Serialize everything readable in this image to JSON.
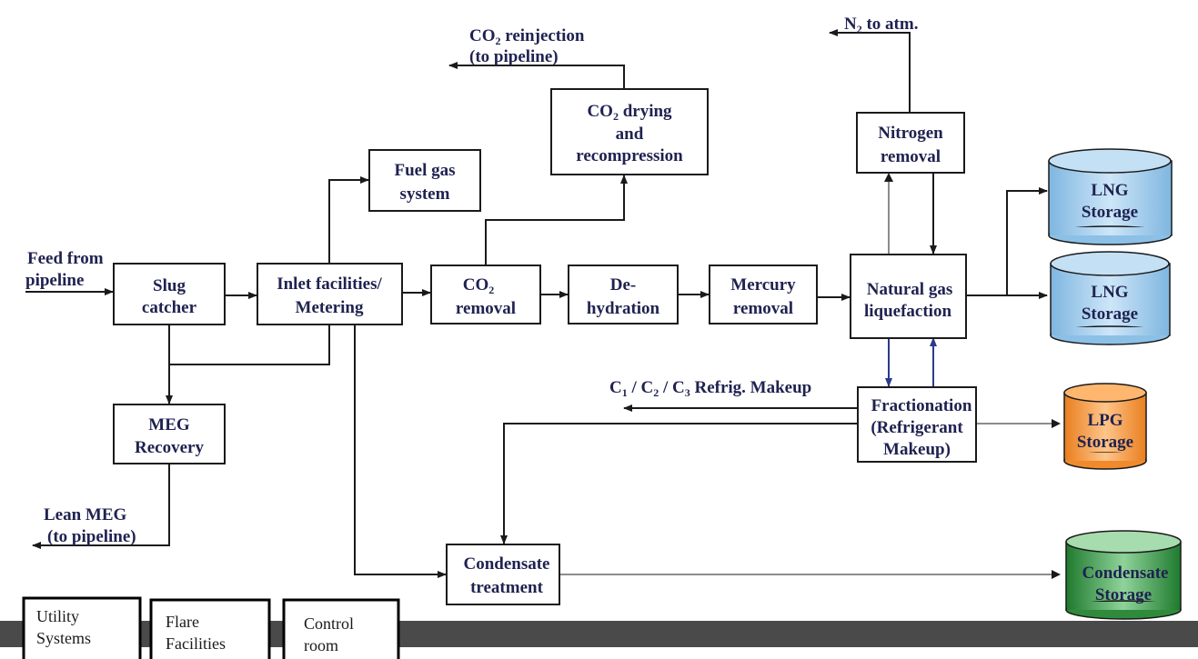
{
  "processes": {
    "slug_catcher": [
      "Slug",
      "catcher"
    ],
    "inlet_facilities": [
      "Inlet facilities/",
      "Metering"
    ],
    "fuel_gas": [
      "Fuel gas",
      "system"
    ],
    "co2_removal": [
      "CO",
      "removal"
    ],
    "co2_drying": [
      "CO",
      "drying",
      "and",
      "recompression"
    ],
    "dehydration": [
      "De-",
      "hydration"
    ],
    "mercury_removal": [
      "Mercury",
      "removal"
    ],
    "nitrogen_removal": [
      "Nitrogen",
      "removal"
    ],
    "ng_liquefaction": [
      "Natural gas",
      "liquefaction"
    ],
    "fractionation": [
      "Fractionation",
      "(Refrigerant",
      "Makeup)"
    ],
    "meg_recovery": [
      "MEG",
      "Recovery"
    ],
    "condensate_treatment": [
      "Condensate",
      "treatment"
    ]
  },
  "co2_subscript": "2",
  "storage": {
    "lng_1": [
      "LNG",
      "Storage"
    ],
    "lng_2": [
      "LNG",
      "Storage"
    ],
    "lpg": [
      "LPG",
      "Storage"
    ],
    "condensate": [
      "Condensate",
      "Storage"
    ]
  },
  "labels": {
    "feed": [
      "Feed from",
      "pipeline"
    ],
    "co2_reinjection": [
      "CO",
      "reinjection",
      "(to pipeline)"
    ],
    "n2_to_atm": [
      "N",
      "to atm."
    ],
    "n2_subscript": "2",
    "refrig_makeup": {
      "c1": "C",
      "s1": "1",
      "c2": " / C",
      "s2": "2",
      "c3": " / C",
      "s3": "3",
      "tail": " Refrig. Makeup"
    },
    "lean_meg": [
      "Lean MEG",
      "(to pipeline)"
    ]
  },
  "utilities": [
    [
      "Utility",
      "Systems"
    ],
    [
      "Flare",
      "Facilities"
    ],
    [
      "Control",
      "room"
    ]
  ],
  "colors": {
    "lng_tank": "#a9d2f0",
    "lpg_tank": "#f39a3c",
    "condensate_tank": "#2e8b3e",
    "footer_bar": "#4a4a4a"
  }
}
